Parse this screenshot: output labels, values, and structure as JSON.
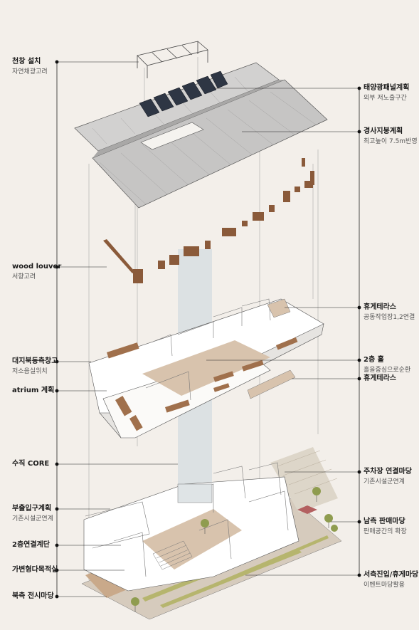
{
  "left_labels": [
    {
      "title": "천창 설치",
      "sub": "자연채광고려"
    },
    {
      "title": "wood louver",
      "sub": "서향고려"
    },
    {
      "title": "대지북동측창고",
      "sub": "저소음실위치"
    },
    {
      "title": "atrium 계획",
      "sub": ""
    },
    {
      "title": "수직 CORE",
      "sub": ""
    },
    {
      "title": "부출입구계획",
      "sub": "기존시설군연계"
    },
    {
      "title": "2층연결계단",
      "sub": ""
    },
    {
      "title": "가변형다목적실",
      "sub": ""
    },
    {
      "title": "북측 전시마당",
      "sub": ""
    }
  ],
  "right_labels": [
    {
      "title": "태양광패널계획",
      "sub": "외부 저노출구간"
    },
    {
      "title": "경사지붕계획",
      "sub": "최고높이 7.5m반영"
    },
    {
      "title": "휴게테라스",
      "sub": "공동작업장1,2연결"
    },
    {
      "title": "2층 홀",
      "sub": "홀을중심으로순환"
    },
    {
      "title": "휴게테라스",
      "sub": ""
    },
    {
      "title": "주차장 연결마당",
      "sub": "기존시설군연계"
    },
    {
      "title": "남측 판매마당",
      "sub": "판매공간의 확장"
    },
    {
      "title": "서측진입/휴게마당",
      "sub": "이벤트마당활용"
    }
  ],
  "colors": {
    "background": "#f3efea",
    "roof": "#c9c8c8",
    "solar_panel": "#2e3644",
    "wood": "#8a5a3a",
    "floor": "#ffffff",
    "deck": "#d8c3ad",
    "atrium_glass": "#c9d6dc",
    "line": "#222222"
  }
}
